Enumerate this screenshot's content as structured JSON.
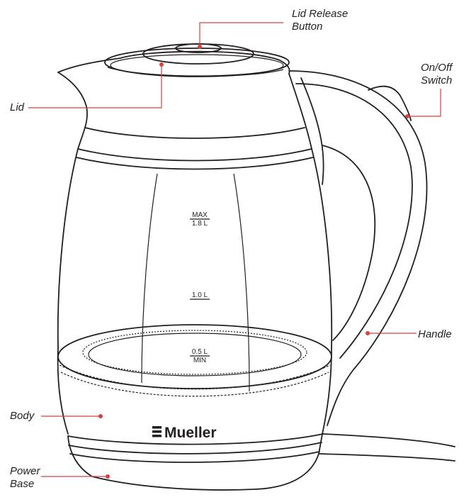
{
  "labels": {
    "lid_release_line1": "Lid Release",
    "lid_release_line2": "Button",
    "on_off_line1": "On/Off",
    "on_off_line2": "Switch",
    "lid": "Lid",
    "handle": "Handle",
    "body": "Body",
    "power_base_line1": "Power",
    "power_base_line2": "Base"
  },
  "markings": {
    "max": "MAX",
    "max_volume": "1.8 L",
    "mid_volume": "1.0 L",
    "min_volume": "0.5 L",
    "min": "MIN"
  },
  "brand": "Mueller",
  "colors": {
    "line": "#231f20",
    "leader": "#d9413c"
  }
}
